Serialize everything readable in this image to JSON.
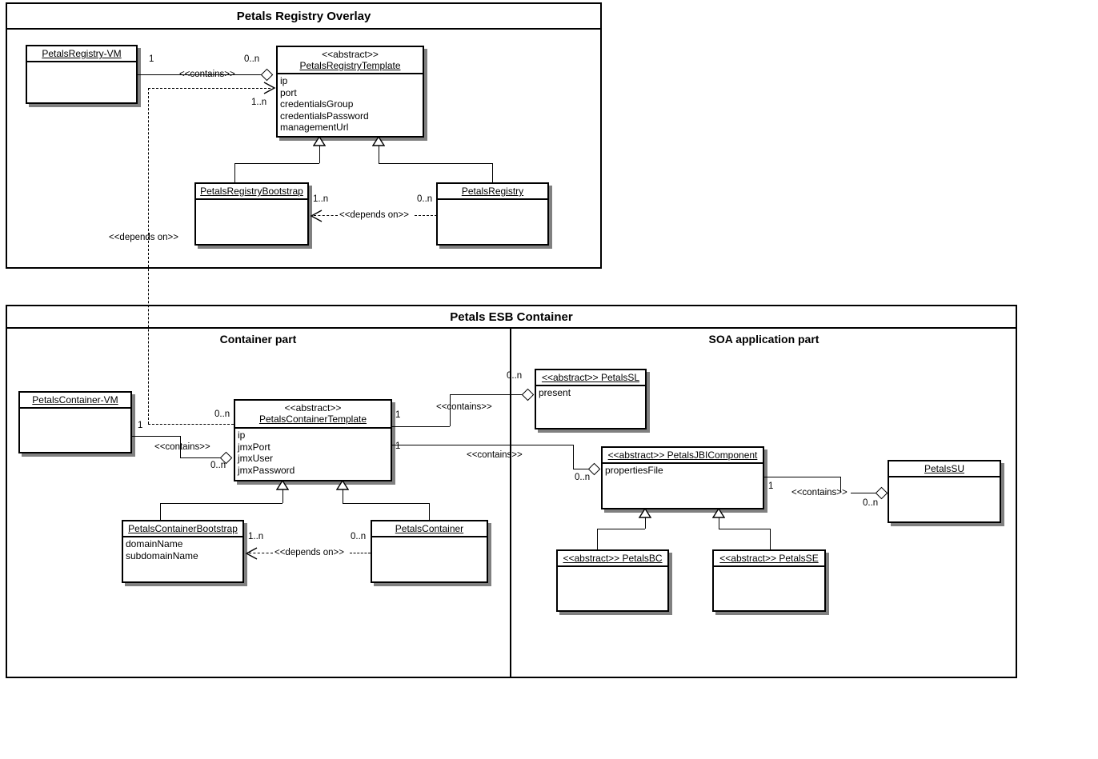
{
  "diagram": {
    "type": "uml-class-diagram",
    "packages": [
      {
        "id": "registry-overlay",
        "title": "Petals Registry Overlay"
      },
      {
        "id": "esb-container",
        "title": "Petals ESB Container",
        "parts": [
          {
            "id": "container-part",
            "title": "Container part"
          },
          {
            "id": "soa-part",
            "title": "SOA application part"
          }
        ]
      }
    ],
    "classes": {
      "petals_registry_vm": {
        "name": "PetalsRegistry-VM",
        "stereotype": "",
        "attributes": []
      },
      "petals_registry_template": {
        "name": "PetalsRegistryTemplate",
        "stereotype": "<<abstract>>",
        "attributes": [
          "ip",
          "port",
          "credentialsGroup",
          "credentialsPassword",
          "managementUrl"
        ]
      },
      "petals_registry_bootstrap": {
        "name": "PetalsRegistryBootstrap",
        "stereotype": "",
        "attributes": []
      },
      "petals_registry": {
        "name": "PetalsRegistry",
        "stereotype": "",
        "attributes": []
      },
      "petals_container_vm": {
        "name": "PetalsContainer-VM",
        "stereotype": "",
        "attributes": []
      },
      "petals_container_template": {
        "name": "PetalsContainerTemplate",
        "stereotype": "<<abstract>>",
        "attributes": [
          "ip",
          "jmxPort",
          "jmxUser",
          "jmxPassword"
        ]
      },
      "petals_container_bootstrap": {
        "name": "PetalsContainerBootstrap",
        "stereotype": "",
        "attributes": [
          "domainName",
          "subdomainName"
        ]
      },
      "petals_container": {
        "name": "PetalsContainer",
        "stereotype": "",
        "attributes": []
      },
      "petals_sl": {
        "name": "<<abstract>> PetalsSL",
        "stereotype": "inline",
        "attributes": [
          "present"
        ]
      },
      "petals_jbi_component": {
        "name": "<<abstract>> PetalsJBIComponent",
        "stereotype": "inline",
        "attributes": [
          "propertiesFile"
        ]
      },
      "petals_su": {
        "name": "PetalsSU",
        "stereotype": "",
        "attributes": []
      },
      "petals_bc": {
        "name": "<<abstract>> PetalsBC",
        "stereotype": "inline",
        "attributes": []
      },
      "petals_se": {
        "name": "<<abstract>> PetalsSE",
        "stereotype": "inline",
        "attributes": []
      }
    },
    "relationships": [
      {
        "id": "r1",
        "kind": "aggregation",
        "label": "<<contains>>",
        "source": "petals_registry_vm",
        "source_mult": "1",
        "target": "petals_registry_template",
        "target_mult": "0..n"
      },
      {
        "id": "r2",
        "kind": "dependency",
        "label": "<<depends on>>",
        "source": "petals_container_template",
        "source_mult": "",
        "target": "petals_registry_template",
        "target_mult": "1..n"
      },
      {
        "id": "r3",
        "kind": "dependency",
        "label": "<<depends on>>",
        "source": "petals_registry",
        "source_mult": "0..n",
        "target": "petals_registry_bootstrap",
        "target_mult": "1..n"
      },
      {
        "id": "r4",
        "kind": "generalization",
        "label": "",
        "source": "petals_registry_bootstrap",
        "target": "petals_registry_template"
      },
      {
        "id": "r5",
        "kind": "generalization",
        "label": "",
        "source": "petals_registry",
        "target": "petals_registry_template"
      },
      {
        "id": "r6",
        "kind": "aggregation",
        "label": "<<contains>>",
        "source": "petals_container_vm",
        "source_mult": "1",
        "target": "petals_container_template",
        "target_mult": "0..n"
      },
      {
        "id": "r7",
        "kind": "aggregation",
        "label": "<<contains>>",
        "source": "petals_container_template",
        "source_mult": "1",
        "target": "petals_sl",
        "target_mult": "0..n"
      },
      {
        "id": "r8",
        "kind": "aggregation",
        "label": "<<contains>>",
        "source": "petals_container_template",
        "source_mult": "1",
        "target": "petals_jbi_component",
        "target_mult": "0..n"
      },
      {
        "id": "r9",
        "kind": "aggregation",
        "label": "<<contains>>",
        "source": "petals_jbi_component",
        "source_mult": "1",
        "target": "petals_su",
        "target_mult": "0..n"
      },
      {
        "id": "r10",
        "kind": "dependency",
        "label": "<<depends on>>",
        "source": "petals_container",
        "source_mult": "0..n",
        "target": "petals_container_bootstrap",
        "target_mult": "1..n"
      },
      {
        "id": "r11",
        "kind": "generalization",
        "label": "",
        "source": "petals_container_bootstrap",
        "target": "petals_container_template"
      },
      {
        "id": "r12",
        "kind": "generalization",
        "label": "",
        "source": "petals_container",
        "target": "petals_container_template"
      },
      {
        "id": "r13",
        "kind": "generalization",
        "label": "",
        "source": "petals_bc",
        "target": "petals_jbi_component"
      },
      {
        "id": "r14",
        "kind": "generalization",
        "label": "",
        "source": "petals_se",
        "target": "petals_jbi_component"
      }
    ],
    "labels": {
      "contains": "<<contains>>",
      "depends_on": "<<depends on>>",
      "abstract": "<<abstract>>",
      "m_one": "1",
      "m_zero_n": "0..n",
      "m_one_n": "1..n"
    },
    "colors": {
      "line": "#000000",
      "fill": "#ffffff",
      "shadow": "#808080",
      "background": "#ffffff"
    }
  }
}
